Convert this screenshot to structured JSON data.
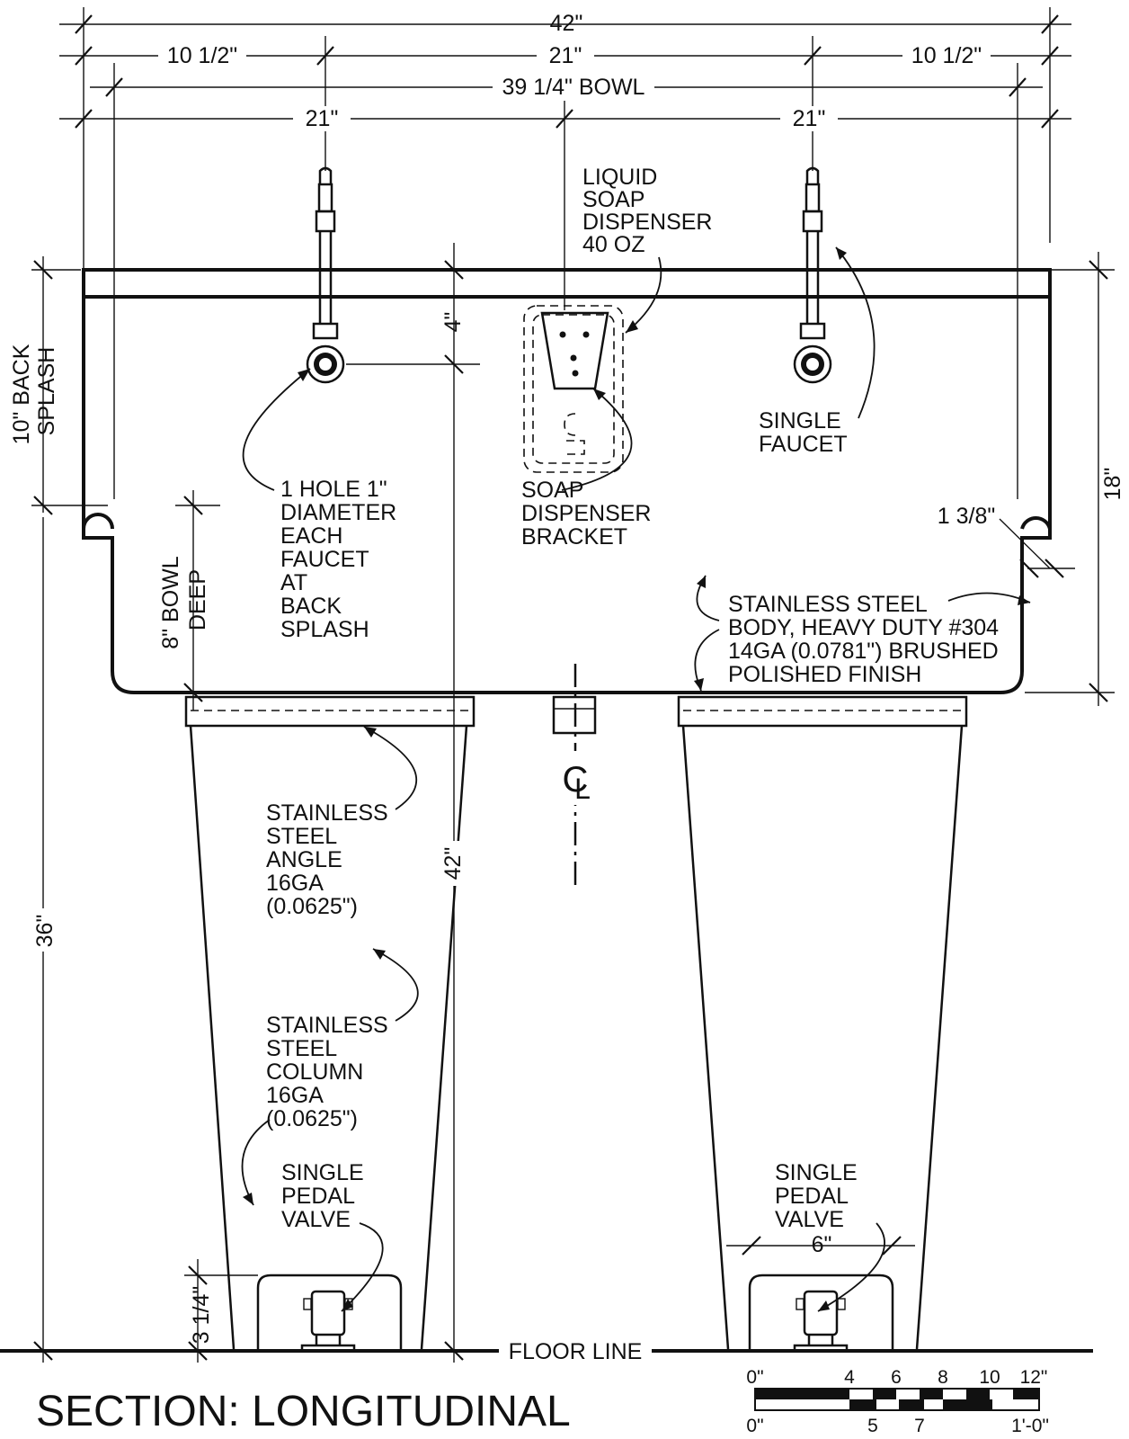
{
  "title": "SECTION: LONGITUDINAL",
  "dimensions": {
    "overall_width": "42\"",
    "side_left": "10 1/2\"",
    "center": "21\"",
    "side_right": "10 1/2\"",
    "bowl_width": "39 1/4\" BOWL",
    "faucet_left": "21\"",
    "faucet_right": "21\"",
    "back_splash": [
      "10\" BACK",
      "SPLASH"
    ],
    "faucet_height": "4\"",
    "overall_height_right": "18\"",
    "rim_radius": "1 3/8\"",
    "bowl_depth": [
      "8\" BOWL",
      "DEEP"
    ],
    "counter_height": "36\"",
    "column_height": "42\"",
    "pedal_height": "3 1/4\"",
    "pedal_width": "6\""
  },
  "callouts": {
    "soap_dispenser": [
      "LIQUID",
      "SOAP",
      "DISPENSER",
      "40 OZ"
    ],
    "single_faucet": [
      "SINGLE",
      "FAUCET"
    ],
    "faucet_hole": [
      "1 HOLE 1\"",
      "DIAMETER",
      "EACH",
      "FAUCET",
      "AT",
      "BACK",
      "SPLASH"
    ],
    "soap_bracket": [
      "SOAP",
      "DISPENSER",
      "BRACKET"
    ],
    "body": [
      "STAINLESS STEEL",
      "BODY, HEAVY DUTY #304",
      "14GA (0.0781\") BRUSHED",
      "POLISHED FINISH"
    ],
    "angle": [
      "STAINLESS",
      "STEEL",
      "ANGLE",
      "16GA",
      "(0.0625\")"
    ],
    "column": [
      "STAINLESS",
      "STEEL",
      "COLUMN",
      "16GA",
      "(0.0625\")"
    ],
    "pedal_left": [
      "SINGLE",
      "PEDAL",
      "VALVE"
    ],
    "pedal_right": [
      "SINGLE",
      "PEDAL",
      "VALVE"
    ],
    "floor_line": "FLOOR LINE",
    "centerline_symbol": "CL"
  },
  "scale_bar": {
    "inch_labels": [
      "0\"",
      "4",
      "6",
      "8",
      "10",
      "12\""
    ],
    "metric_labels": [
      "0\"",
      "5",
      "7",
      "1'-0\""
    ]
  }
}
